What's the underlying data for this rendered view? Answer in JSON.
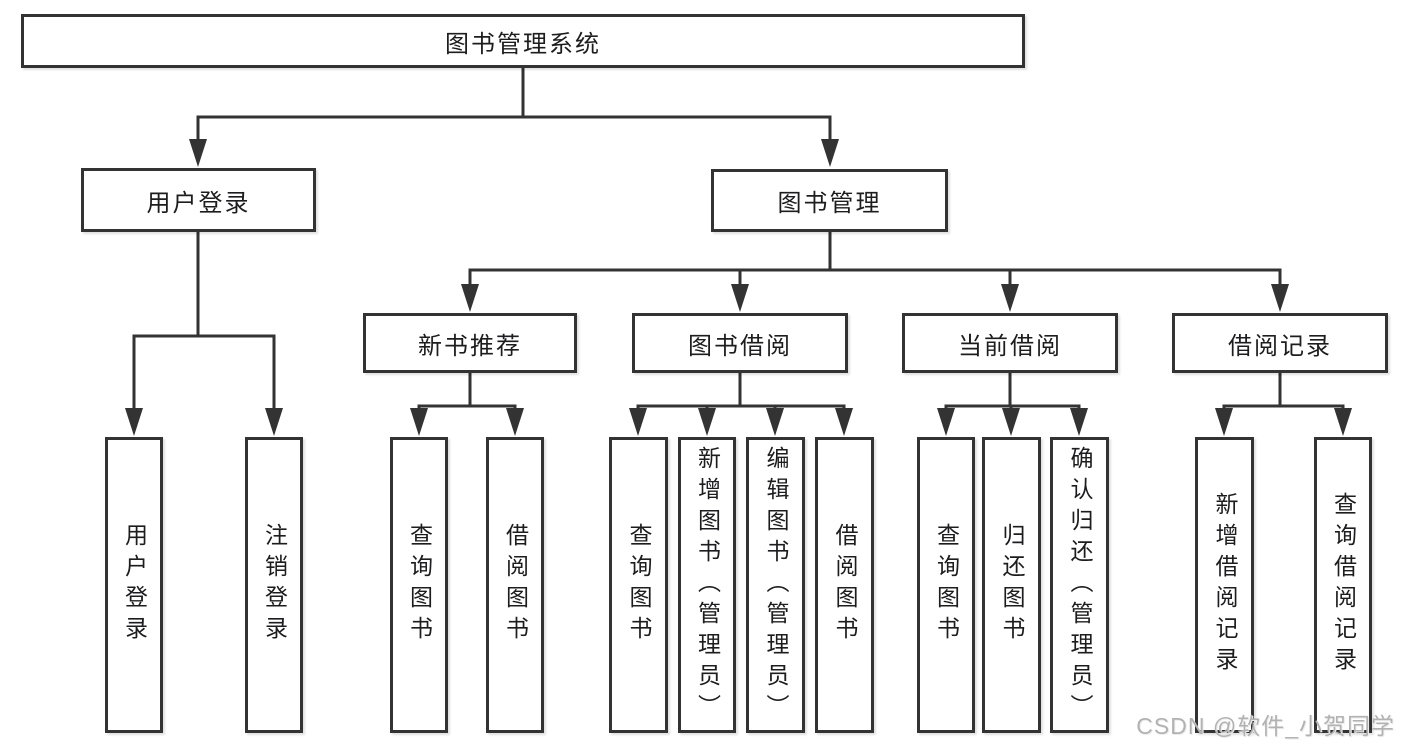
{
  "tree": {
    "label": "图书管理系统",
    "children": [
      {
        "label": "用户登录",
        "children": [
          {
            "label": "用户登录"
          },
          {
            "label": "注销登录"
          }
        ]
      },
      {
        "label": "图书管理",
        "children": [
          {
            "label": "新书推荐",
            "children": [
              {
                "label": "查询图书"
              },
              {
                "label": "借阅图书"
              }
            ]
          },
          {
            "label": "图书借阅",
            "children": [
              {
                "label": "查询图书"
              },
              {
                "label": "新增图书（管理员）"
              },
              {
                "label": "编辑图书（管理员）"
              },
              {
                "label": "借阅图书"
              }
            ]
          },
          {
            "label": "当前借阅",
            "children": [
              {
                "label": "查询图书"
              },
              {
                "label": "归还图书"
              },
              {
                "label": "确认归还（管理员）"
              }
            ]
          },
          {
            "label": "借阅记录",
            "children": [
              {
                "label": "新增借阅记录"
              },
              {
                "label": "查询借阅记录"
              }
            ]
          }
        ]
      }
    ]
  },
  "watermark": "CSDN @软件_小贺同学",
  "colors": {
    "line": "#333333",
    "box_border": "#333333",
    "text": "#1d1d1f",
    "background": "#ffffff",
    "watermark": "#b2b2b2"
  }
}
